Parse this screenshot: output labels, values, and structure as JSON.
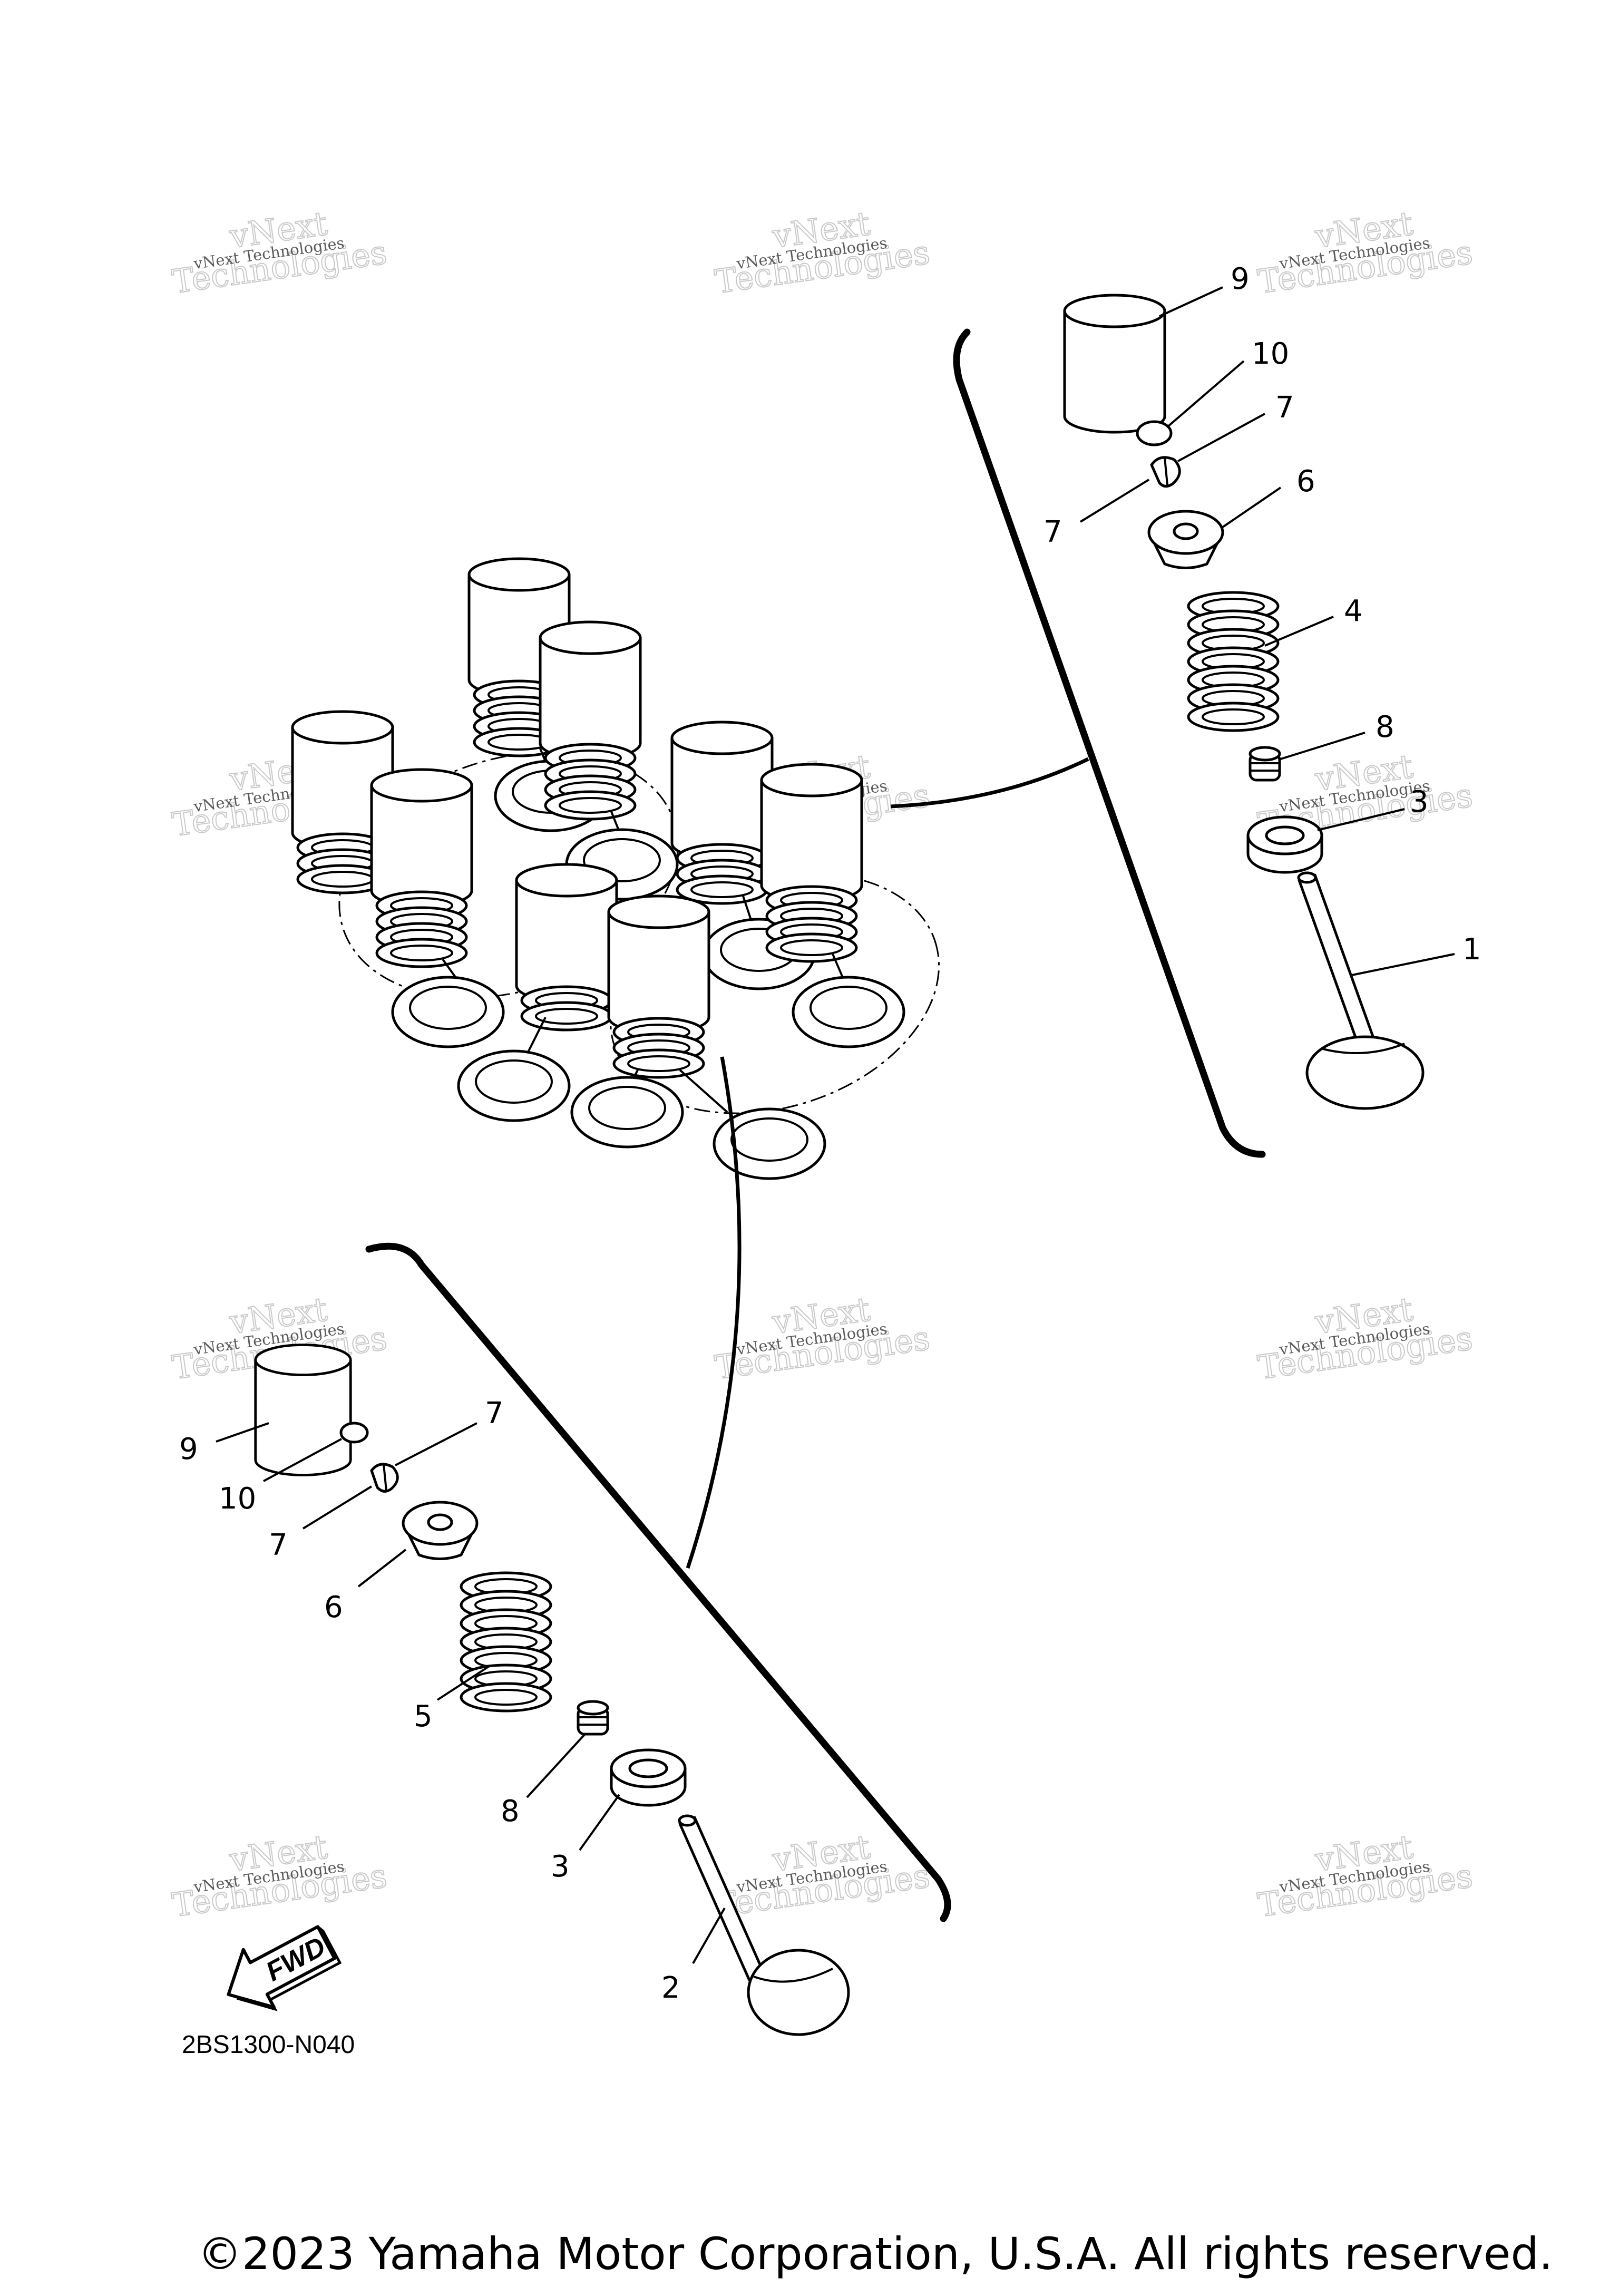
{
  "diagram": {
    "drawing_code": "2BS1300-N040",
    "copyright": "©2023 Yamaha Motor Corporation, U.S.A. All rights reserved.",
    "fwd_label": "FWD",
    "watermark": {
      "line1": "vNext Technologies",
      "line2": "vNext",
      "line3": "Technologies"
    },
    "callouts_top_detail": [
      "9",
      "10",
      "7",
      "7",
      "6",
      "4",
      "8",
      "3",
      "1"
    ],
    "callouts_bottom_detail": [
      "9",
      "10",
      "7",
      "7",
      "6",
      "5",
      "8",
      "3",
      "2"
    ]
  }
}
